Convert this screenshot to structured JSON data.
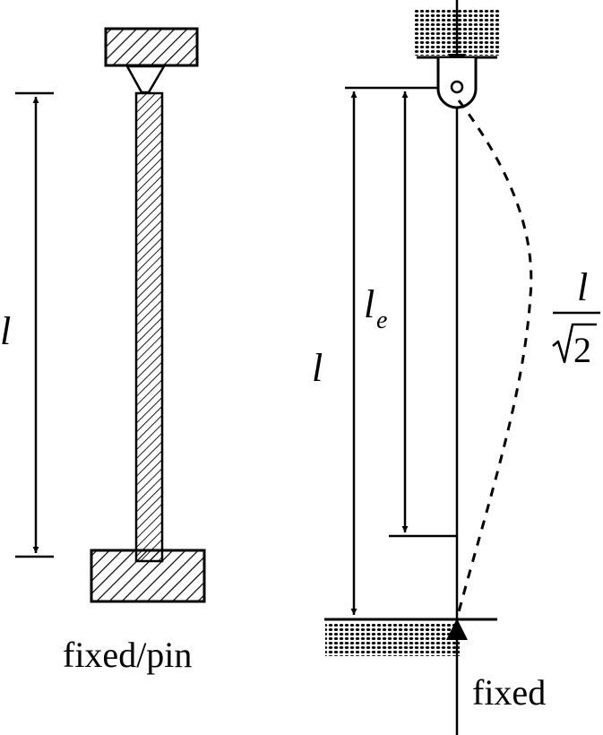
{
  "left": {
    "length_label": "l",
    "caption": "fixed/pin"
  },
  "right": {
    "length_label": "l",
    "effective_length_label": "l",
    "effective_length_subscript": "e",
    "fraction_numerator": "l",
    "fraction_denominator": "2",
    "caption": "fixed"
  }
}
